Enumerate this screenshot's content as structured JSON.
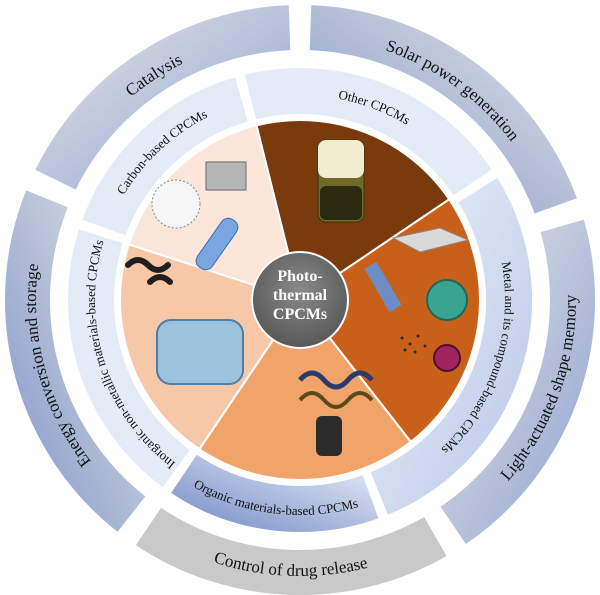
{
  "diagram": {
    "center": {
      "lines": [
        "Photo-",
        "thermal",
        "CPCMs"
      ]
    },
    "applications": [
      {
        "label": "Solar power generation"
      },
      {
        "label": "Light-actuated shape memory"
      },
      {
        "label": "Control of drug release"
      },
      {
        "label": "Energy conversion and storage"
      },
      {
        "label": "Catalysis"
      }
    ],
    "categories": [
      {
        "label": "Other CPCMs"
      },
      {
        "label": "Metal and its compound-based CPCMs"
      },
      {
        "label": "Organic materials-based CPCMs"
      },
      {
        "label": "Inorganic non-metallic materials-based CPCMs"
      },
      {
        "label": "Carbon-based CPCMs"
      }
    ],
    "colors": {
      "outer_ring_gray": "#c9c9c9",
      "outer_ring_blue": "#7d93c7",
      "middle_ring_light": "#e3ebf7",
      "middle_ring_blue": "#6f87c3",
      "center_circle": "#6b6b6b",
      "sector_other": "#7a3a0c",
      "sector_metal": "#c8601a",
      "sector_organic": "#f1a46a",
      "sector_inorganic": "#f6c8a8",
      "sector_carbon": "#fbe6d9"
    }
  }
}
